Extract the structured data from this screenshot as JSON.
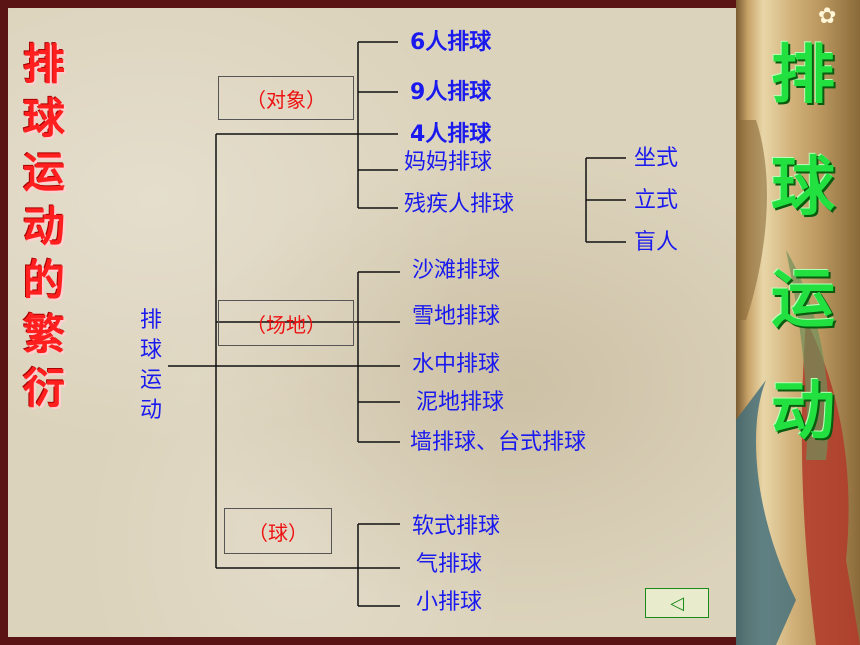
{
  "title_chars": [
    "排",
    "球",
    "运",
    "动",
    "的",
    "繁",
    "衍"
  ],
  "root_chars": [
    "排",
    "球",
    "运",
    "动"
  ],
  "categories": {
    "object": "（对象）",
    "venue": "（场地）",
    "ball": "（球）"
  },
  "object_items": [
    "6人排球",
    "9人排球",
    "4人排球",
    "妈妈排球",
    "残疾人排球"
  ],
  "disabled_items": [
    "坐式",
    "立式",
    "盲人"
  ],
  "venue_items": [
    "沙滩排球",
    "雪地排球",
    "水中排球",
    "泥地排球",
    "墙排球、台式排球"
  ],
  "ball_items": [
    "软式排球",
    "气排球",
    "小排球"
  ],
  "side_title_chars": [
    "排",
    "球",
    "运",
    "动"
  ],
  "nav": {
    "back_icon": "◁"
  },
  "colors": {
    "title_red": "#ff1f1f",
    "item_blue": "#1a1aee",
    "category_red": "#ee1111",
    "side_green": "#22e040"
  }
}
